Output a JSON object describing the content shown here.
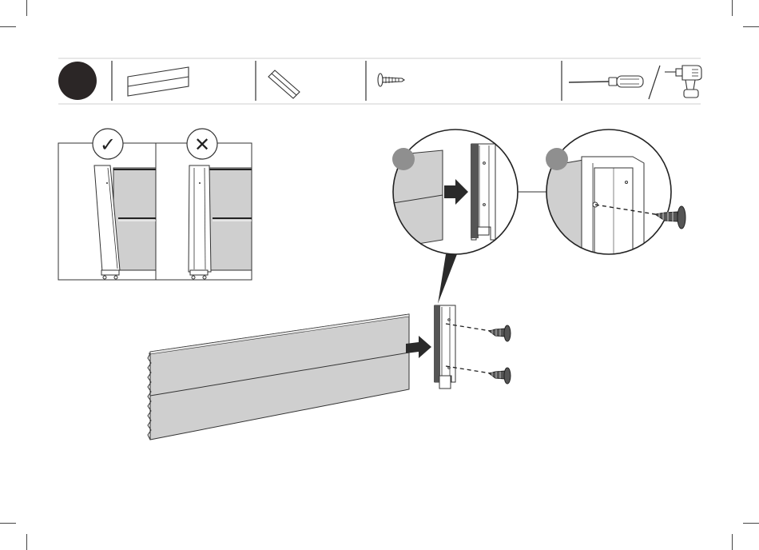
{
  "header": {
    "step_badge": "",
    "parts": [
      {
        "name": "panel-part",
        "quantity": ""
      },
      {
        "name": "connector-part",
        "quantity": ""
      },
      {
        "name": "screw-part",
        "quantity": ""
      }
    ],
    "tools": [
      "screwdriver-icon",
      "power-drill-icon"
    ]
  },
  "orientation_check": {
    "correct_symbol": "✓",
    "wrong_symbol": "✕"
  },
  "details": {
    "detail_a_label": "",
    "detail_b_label": ""
  },
  "colors": {
    "line": "#222222",
    "panel_fill": "#cfcfcf",
    "badge_fill": "#2b2626",
    "callout_fill": "#8f8f8f",
    "arrow_fill": "#2a2a2a",
    "screw_fill": "#555555"
  }
}
